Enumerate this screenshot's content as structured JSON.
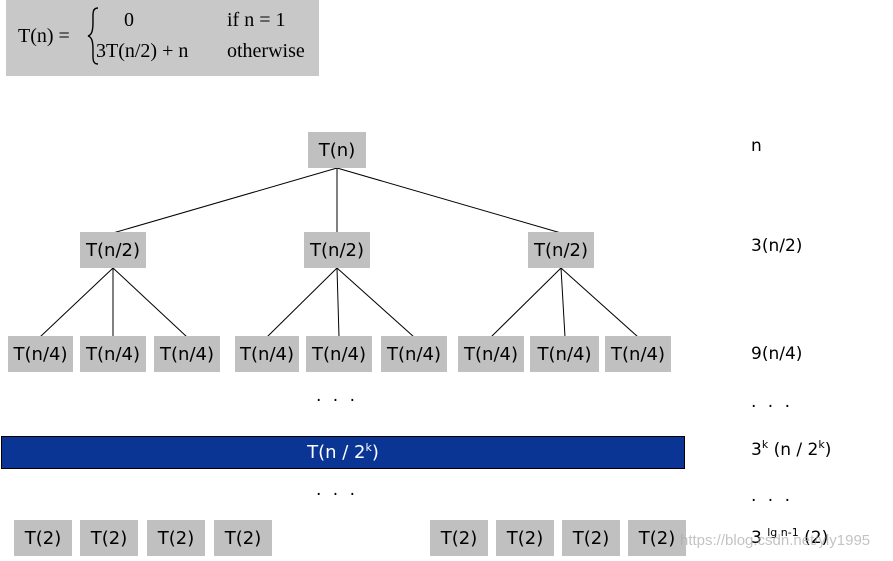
{
  "formula": {
    "lhs": "T(n) =",
    "case1_value": "0",
    "case1_cond": "if  n = 1",
    "case2_value": "3T(n/2)  +  n",
    "case2_cond": "otherwise"
  },
  "tree": {
    "root": "T(n)",
    "level1": [
      "T(n/2)",
      "T(n/2)",
      "T(n/2)"
    ],
    "level2": [
      "T(n/4)",
      "T(n/4)",
      "T(n/4)",
      "T(n/4)",
      "T(n/4)",
      "T(n/4)",
      "T(n/4)",
      "T(n/4)",
      "T(n/4)"
    ],
    "dots": ". . .",
    "level_k": {
      "base": "T(n / 2",
      "exp": "k",
      "tail": ")"
    },
    "leaves": [
      "T(2)",
      "T(2)",
      "T(2)",
      "T(2)",
      "T(2)",
      "T(2)",
      "T(2)",
      "T(2)"
    ]
  },
  "costs": {
    "level0": "n",
    "level1": "3(n/2)",
    "level2": "9(n/4)",
    "dots": ". . .",
    "level_k": {
      "base": "3",
      "exp1": "k",
      "mid": " (n / 2",
      "exp2": "k",
      "tail": ")"
    },
    "leaf": {
      "base": "3 ",
      "exp": "lg n-1",
      "tail": " (2)"
    }
  },
  "colors": {
    "node_fill": "#c0c0c0",
    "bar_fill": "#0a3594",
    "formula_fill": "#c8c8c8"
  },
  "watermark": "https://blog.csdn.net/yly1995"
}
